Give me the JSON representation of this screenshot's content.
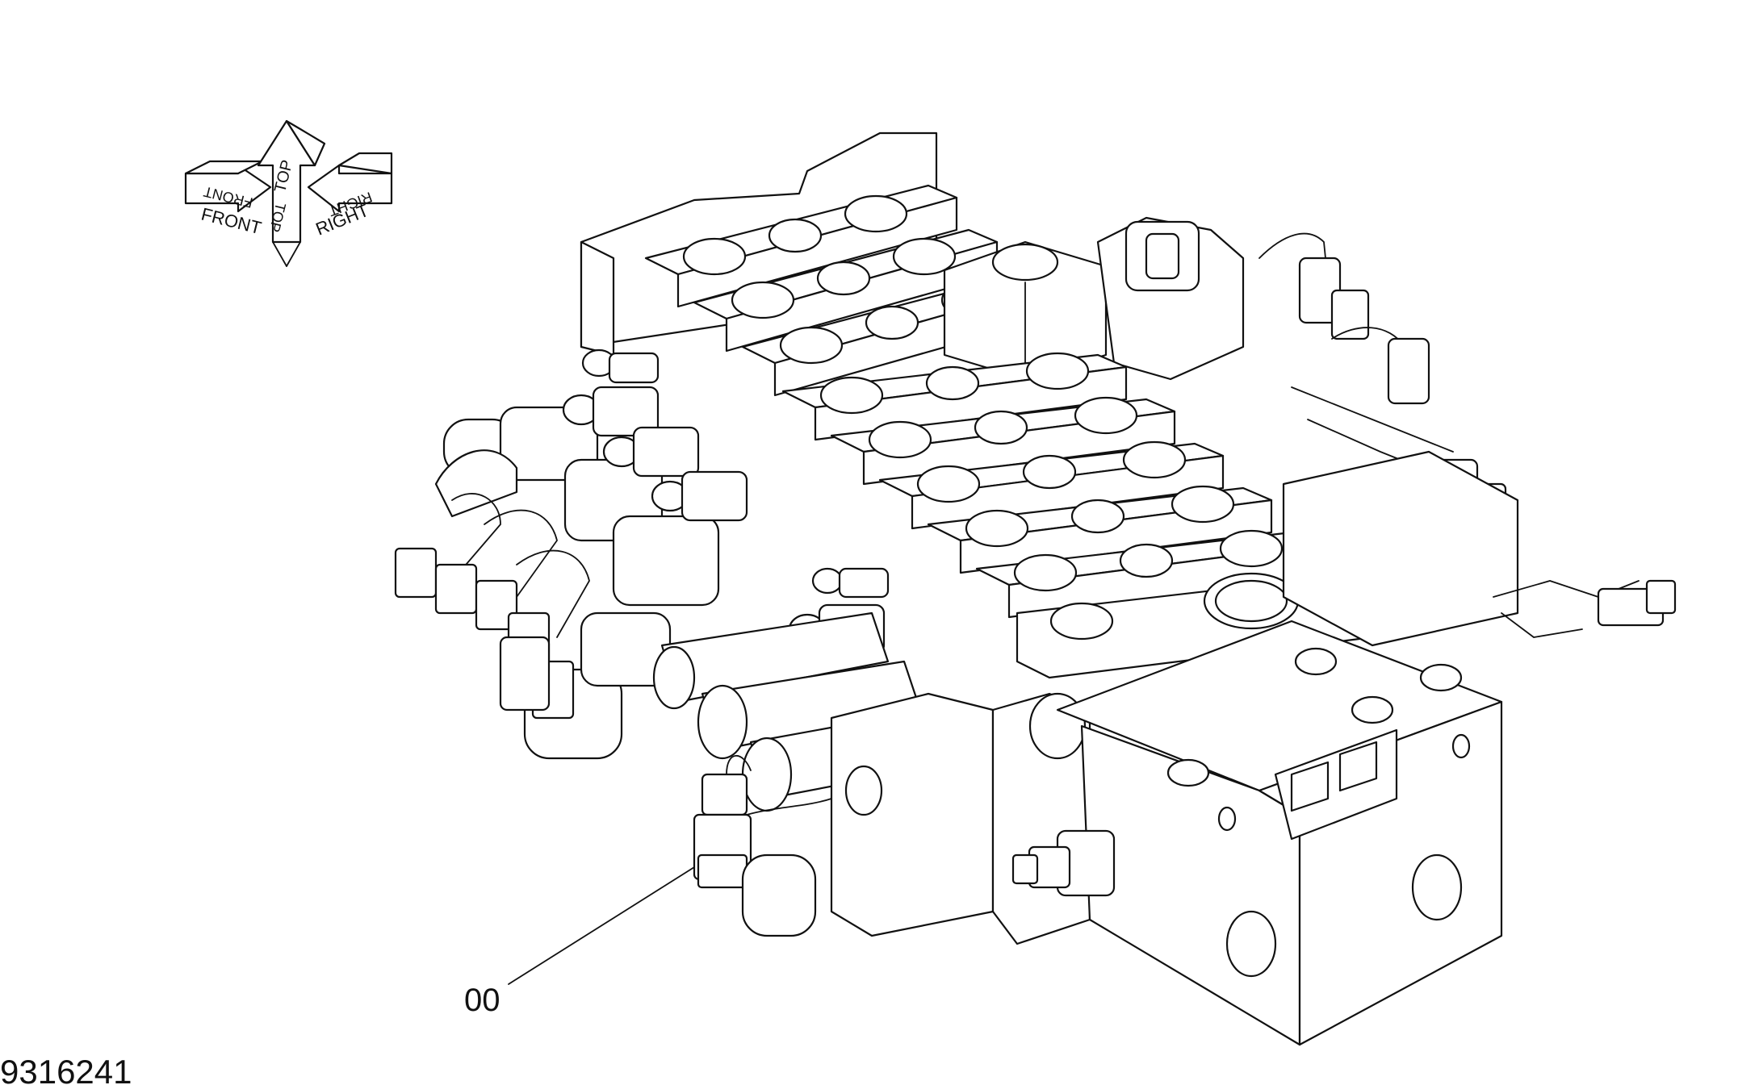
{
  "orientation": {
    "front_label": "FRONT",
    "top_label": "TOP",
    "right_label": "RIGHT"
  },
  "callout": {
    "label": "00"
  },
  "drawing_number": "9316241",
  "colors": {
    "line": "#111111",
    "background": "#ffffff"
  }
}
